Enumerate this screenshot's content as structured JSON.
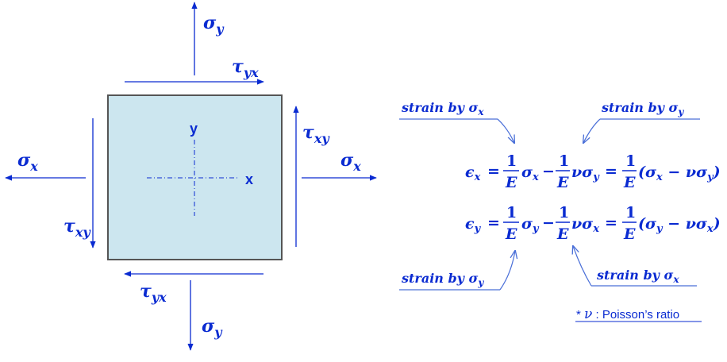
{
  "colors": {
    "ink": "#0a2bd1",
    "square_fill": "#cce6ef",
    "square_stroke": "#555555"
  },
  "element": {
    "axis_x": "x",
    "axis_y": "y",
    "top_sigma": {
      "base": "σ",
      "sub": "y"
    },
    "top_tau": {
      "base": "τ",
      "sub": "yx"
    },
    "right_tau": {
      "base": "τ",
      "sub": "xy"
    },
    "right_sigma": {
      "base": "σ",
      "sub": "x"
    },
    "left_sigma": {
      "base": "σ",
      "sub": "x"
    },
    "left_tau": {
      "base": "τ",
      "sub": "xy"
    },
    "bottom_tau": {
      "base": "τ",
      "sub": "yx"
    },
    "bottom_sigma": {
      "base": "σ",
      "sub": "y"
    }
  },
  "notes": {
    "top_left": {
      "text": "strain by σ",
      "sub": "x"
    },
    "top_right": {
      "text": "strain by σ",
      "sub": "y"
    },
    "bottom_left": {
      "text": "strain by σ",
      "sub": "y"
    },
    "bottom_right": {
      "text": "strain by σ",
      "sub": "x"
    }
  },
  "equations": {
    "eps_x": {
      "lhs": "ϵ",
      "lhs_sub": "x",
      "t1": "σ",
      "t1_sub": "x",
      "minus": "−",
      "t2": "νσ",
      "t2_sub": "y",
      "paren": "(σ",
      "p_sub1": "x",
      "p_mid": " − νσ",
      "p_sub2": "y",
      "p_close": ")"
    },
    "eps_y": {
      "lhs": "ϵ",
      "lhs_sub": "y",
      "t1": "σ",
      "t1_sub": "y",
      "minus": "−",
      "t2": "νσ",
      "t2_sub": "x",
      "paren": "(σ",
      "p_sub1": "y",
      "p_mid": " − νσ",
      "p_sub2": "x",
      "p_close": ")"
    },
    "eq_sign": "=",
    "frac_num": "1",
    "frac_den": "E"
  },
  "footnote": {
    "star": "*",
    "nu": "ν",
    "label": ": Poisson’s ratio"
  }
}
